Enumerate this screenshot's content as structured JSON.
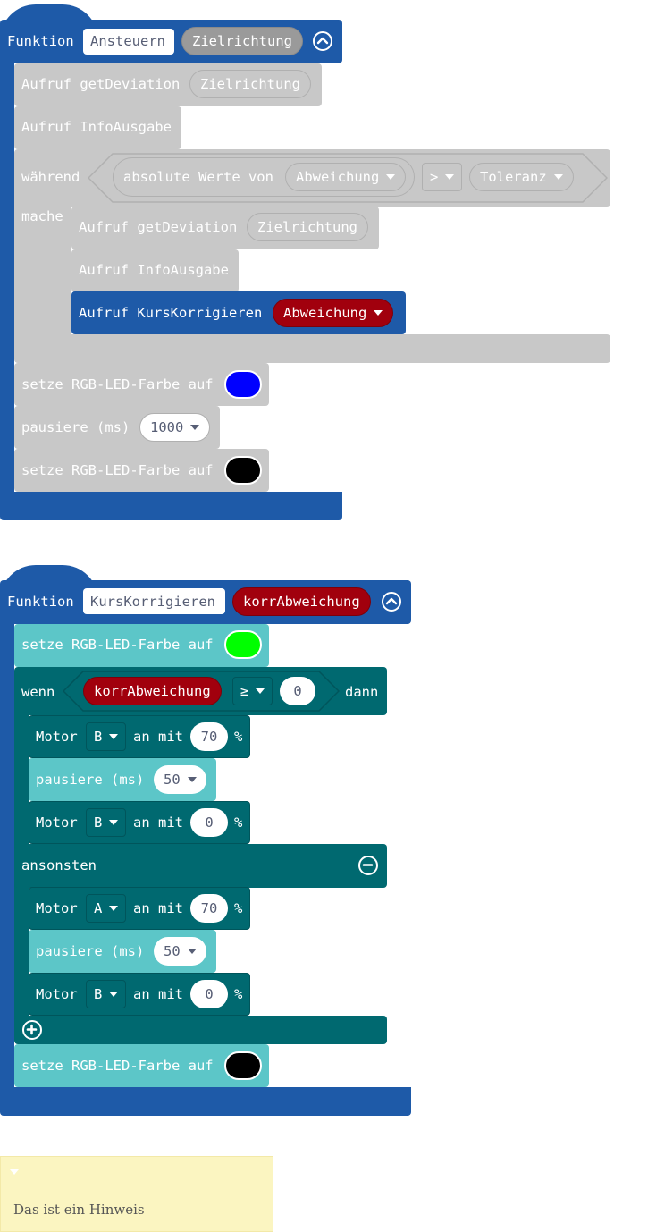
{
  "func1": {
    "keyword": "Funktion",
    "name": "Ansteuern",
    "param": "Zielrichtung",
    "call_getdev": "Aufruf getDeviation",
    "call_getdev_arg": "Zielrichtung",
    "call_info": "Aufruf InfoAusgabe",
    "while_kw": "während",
    "do_kw": "mache",
    "abs_label": "absolute Werte von",
    "abs_var": "Abweichung",
    "cmp_op": ">",
    "tolerance": "Toleranz",
    "inner_getdev": "Aufruf getDeviation",
    "inner_getdev_arg": "Zielrichtung",
    "inner_info": "Aufruf InfoAusgabe",
    "inner_kurs": "Aufruf KursKorrigieren",
    "inner_kurs_arg": "Abweichung",
    "set_led_1": "setze RGB-LED-Farbe auf",
    "pause": "pausiere (ms)",
    "pause_value": "1000",
    "set_led_2": "setze RGB-LED-Farbe auf",
    "colors": {
      "blue": "#0000ff",
      "black": "#000000"
    }
  },
  "func2": {
    "keyword": "Funktion",
    "name": "KursKorrigieren",
    "param": "korrAbweichung",
    "set_led_1": "setze RGB-LED-Farbe auf",
    "if_kw": "wenn",
    "cond_var": "korrAbweichung",
    "cond_op": "≥",
    "cond_value": "0",
    "then_kw": "dann",
    "then": [
      {
        "label": "Motor",
        "motor": "B",
        "mid": "an mit",
        "value": "70",
        "unit": "%"
      },
      {
        "label": "pausiere (ms)",
        "value": "50"
      },
      {
        "label": "Motor",
        "motor": "B",
        "mid": "an mit",
        "value": "0",
        "unit": "%"
      }
    ],
    "else_kw": "ansonsten",
    "else": [
      {
        "label": "Motor",
        "motor": "A",
        "mid": "an mit",
        "value": "70",
        "unit": "%"
      },
      {
        "label": "pausiere (ms)",
        "value": "50"
      },
      {
        "label": "Motor",
        "motor": "B",
        "mid": "an mit",
        "value": "0",
        "unit": "%"
      }
    ],
    "set_led_2": "setze RGB-LED-Farbe auf",
    "colors": {
      "green": "#00ff00",
      "black": "#000000"
    }
  },
  "comment": {
    "text": "Das ist ein Hinweis"
  }
}
